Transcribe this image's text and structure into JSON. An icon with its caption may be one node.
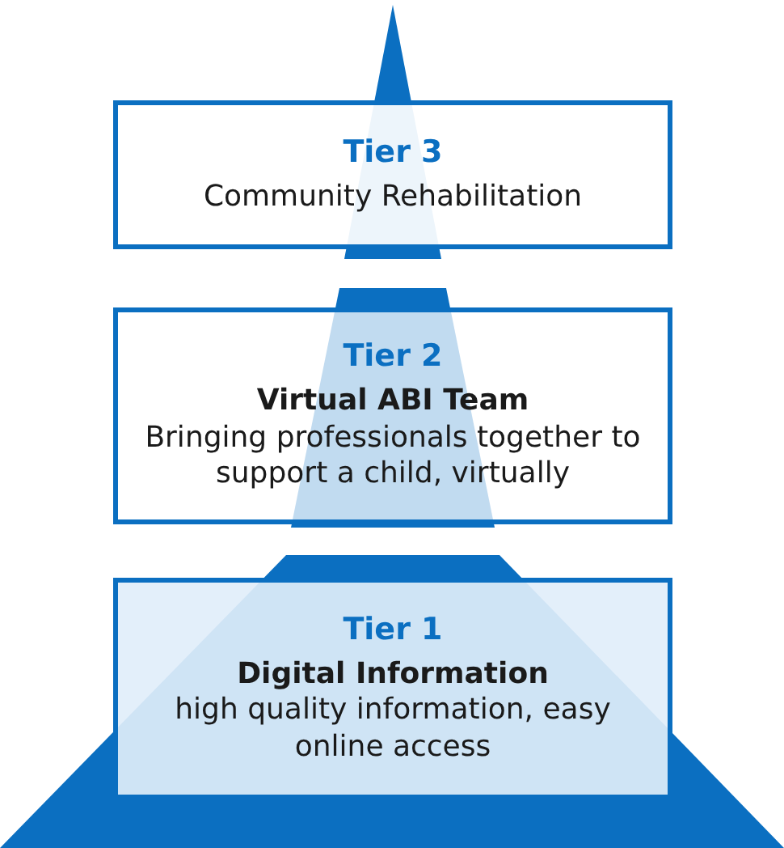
{
  "diagram": {
    "nodes": [
      {
        "text": [
          "Tier 3",
          "Community Rehabilitation"
        ]
      },
      {
        "text": [
          "Tier 2",
          "Virtual ABI Team",
          "Bringing professionals together to support a child, virtually"
        ]
      },
      {
        "text": [
          "Tier 1",
          "Digital Information",
          "high quality information, easy online access"
        ]
      }
    ]
  }
}
